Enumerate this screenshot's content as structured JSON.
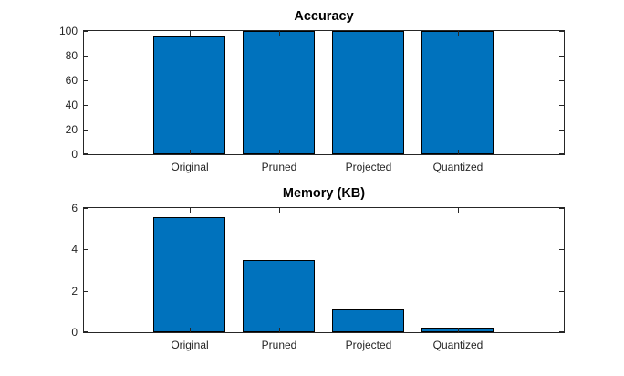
{
  "figure": {
    "background": "#ffffff"
  },
  "chart_data": [
    {
      "type": "bar",
      "title": "Accuracy",
      "categories": [
        "Original",
        "Pruned",
        "Projected",
        "Quantized"
      ],
      "values": [
        96,
        100,
        100,
        100
      ],
      "xlabel": "",
      "ylabel": "",
      "ylim": [
        0,
        100
      ],
      "yticks": [
        0,
        20,
        40,
        60,
        80,
        100
      ],
      "grid": false,
      "legend": "none",
      "box": true,
      "bar_color": "#0072BD",
      "bar_edge_color": "#000000",
      "axis_color": "#262626",
      "title_color": "#000000"
    },
    {
      "type": "bar",
      "title": "Memory (KB)",
      "categories": [
        "Original",
        "Pruned",
        "Projected",
        "Quantized"
      ],
      "values": [
        5.55,
        3.5,
        1.1,
        0.22
      ],
      "xlabel": "",
      "ylabel": "",
      "ylim": [
        0,
        6
      ],
      "yticks": [
        0,
        2,
        4,
        6
      ],
      "grid": false,
      "legend": "none",
      "box": true,
      "bar_color": "#0072BD",
      "bar_edge_color": "#000000",
      "axis_color": "#262626",
      "title_color": "#000000"
    }
  ]
}
